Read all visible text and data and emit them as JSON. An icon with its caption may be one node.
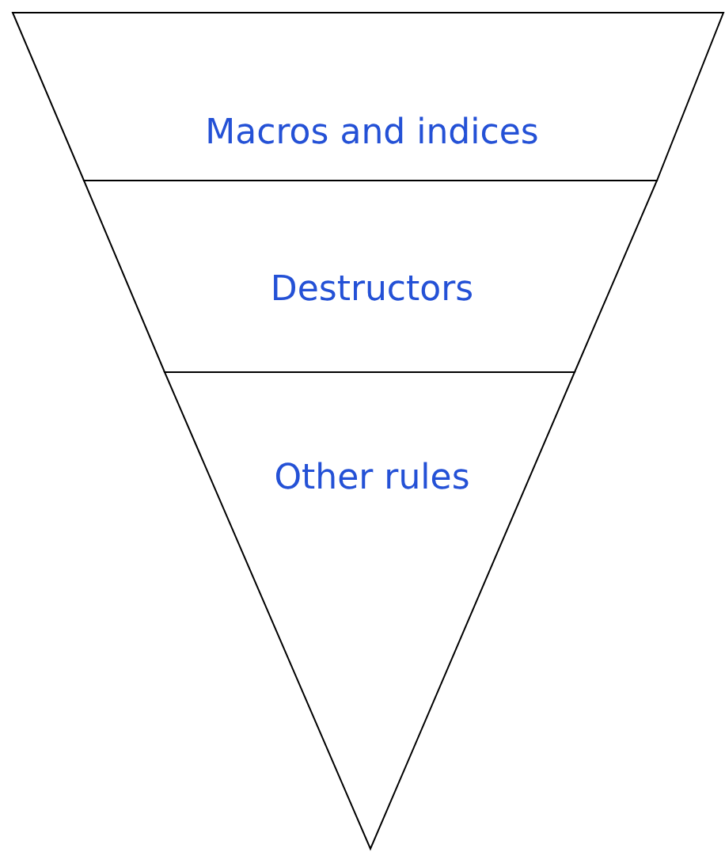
{
  "diagram": {
    "nodes": [
      {
        "text": [
          "Macros and indices"
        ]
      },
      {
        "text": [
          "Destructors"
        ]
      },
      {
        "text": [
          "Other rules"
        ]
      }
    ]
  }
}
